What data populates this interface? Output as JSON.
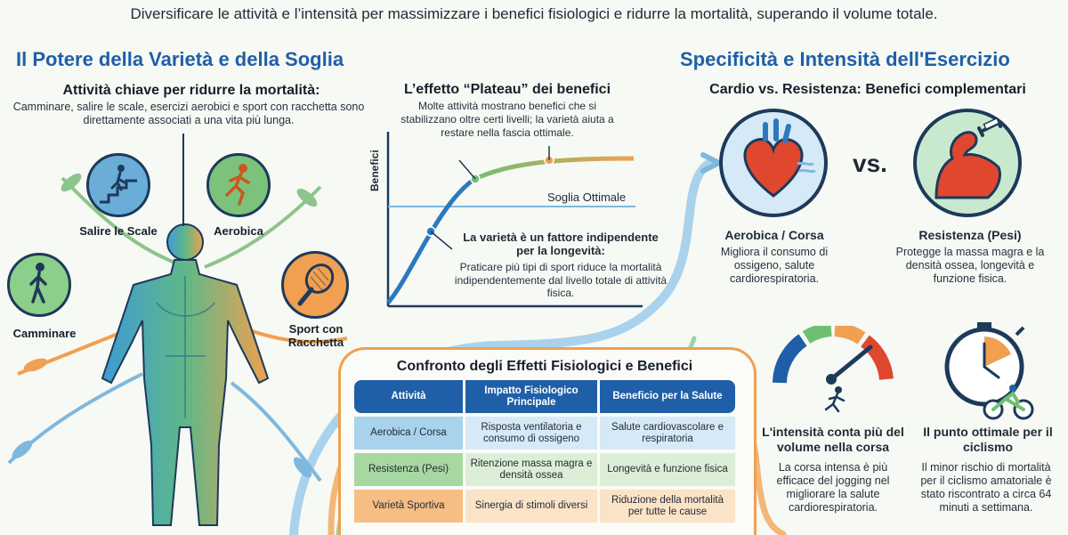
{
  "header": {
    "subtitle": "Diversificare le attività e l’intensità per massimizzare i benefici fisiologici e ridurre la mortalità, superando il volume totale."
  },
  "left": {
    "title": "Il Potere della Varietà e della Soglia",
    "subtitle": "Attività chiave per ridurre la mortalità:",
    "desc": "Camminare, salire le scale, esercizi aerobici e sport con racchetta sono direttamente associati a una vita più lunga.",
    "activities": {
      "stairs": "Salire le Scale",
      "aerobic": "Aerobica",
      "walking": "Camminare",
      "racket": "Sport con Racchetta"
    }
  },
  "middle": {
    "title": "L’effetto “Plateau” dei benefici",
    "desc": "Molte attività mostrano benefici che si stabilizzano oltre certi livelli; la varietà aiuta a restare nella fascia ottimale.",
    "ylabel": "Benefici",
    "threshold_label": "Soglia Ottimale",
    "variety_title": "La varietà è un fattore indipendente per la longevità:",
    "variety_desc": "Praticare più tipi di sport riduce la mortalità indipendentemente dal livello totale di attività fisica."
  },
  "right": {
    "title": "Specificità e Intensità dell'Esercizio",
    "subtitle": "Cardio vs. Resistenza: Benefici complementari",
    "vs": "vs.",
    "cardio_title": "Aerobica / Corsa",
    "cardio_desc": "Migliora il consumo di ossigeno, salute cardiorespiratoria.",
    "strength_title": "Resistenza (Pesi)",
    "strength_desc": "Protegge la massa magra e la densità ossea, longevità e funzione fisica.",
    "intensity_title": "L'intensità conta più del volume nella corsa",
    "intensity_desc": "La corsa intensa è più efficace del jogging nel migliorare la salute cardiorespiratoria.",
    "cycling_title": "Il punto ottimale per il ciclismo",
    "cycling_desc": "Il minor rischio di mortalità per il ciclismo amatoriale è stato riscontrato a circa 64 minuti a settimana."
  },
  "table": {
    "title": "Confronto degli Effetti Fisiologici e Benefici",
    "headers": [
      "Attività",
      "Impatto Fisiologico Principale",
      "Beneficio per la Salute"
    ],
    "rows": [
      {
        "activity": "Aerobica / Corsa",
        "impact": "Risposta ventilatoria e consumo di ossigeno",
        "benefit": "Salute cardiovascolare e respiratoria"
      },
      {
        "activity": "Resistenza (Pesi)",
        "impact": "Ritenzione massa magra e densità ossea",
        "benefit": "Longevità e funzione fisica"
      },
      {
        "activity": "Varietà Sportiva",
        "impact": "Sinergia di stimoli diversi",
        "benefit": "Riduzione della mortalità per tutte le cause"
      }
    ]
  },
  "colors": {
    "blue": "#1f5fa8",
    "green": "#6fbf73",
    "orange": "#f0a050",
    "light_blue": "#d6e9f7",
    "light_green": "#dcefd6",
    "light_orange": "#fbe3c7"
  }
}
